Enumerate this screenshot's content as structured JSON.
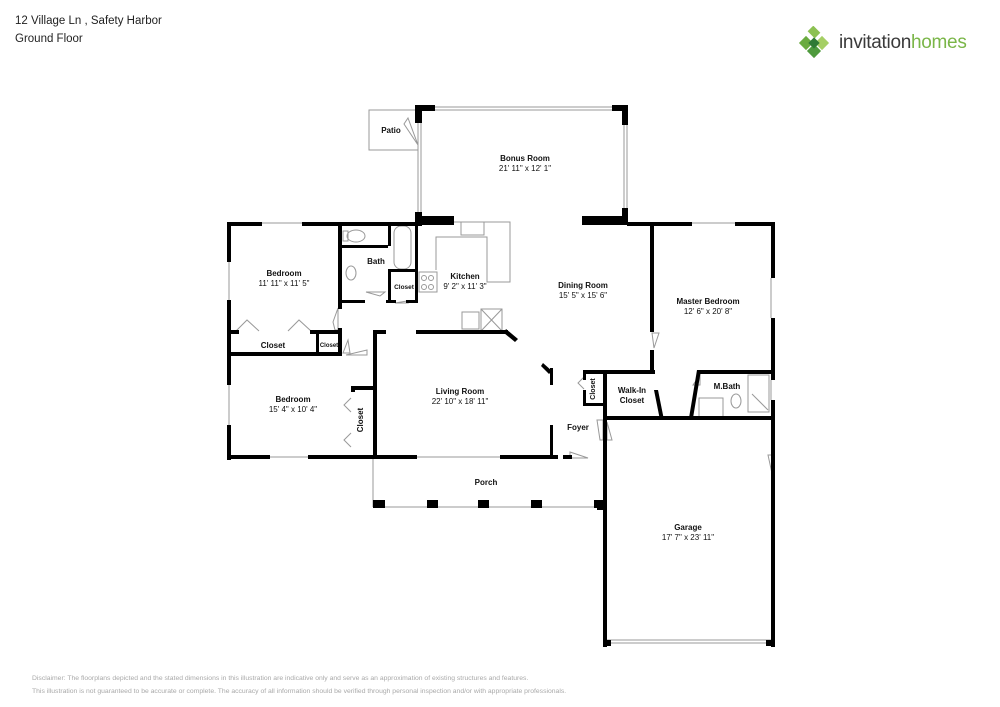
{
  "header": {
    "address": "12 Village Ln , Safety Harbor",
    "floor": "Ground Floor"
  },
  "logo": {
    "icon": "clover-logo-icon",
    "word1": "invitation",
    "word2": "homes",
    "colors": {
      "dark": "#3a3a3a",
      "green": "#7ab648",
      "leaf_light": "#8cc152",
      "leaf_dark": "#3b8a3e"
    }
  },
  "rooms": {
    "patio": {
      "name": "Patio"
    },
    "bonus": {
      "name": "Bonus Room",
      "dims": "21' 11\" x 12' 1\""
    },
    "bedroom1": {
      "name": "Bedroom",
      "dims": "11' 11\" x 11' 5\""
    },
    "bath": {
      "name": "Bath"
    },
    "kitchen": {
      "name": "Kitchen",
      "dims": "9' 2\" x 11' 3\""
    },
    "closet_hall": {
      "name": "Closet"
    },
    "dining": {
      "name": "Dining Room",
      "dims": "15' 5\" x 15' 6\""
    },
    "master": {
      "name": "Master Bedroom",
      "dims": "12' 6\" x 20' 8\""
    },
    "closet_bed1": {
      "name": "Closet"
    },
    "closet_small": {
      "name": "Closet"
    },
    "bedroom2": {
      "name": "Bedroom",
      "dims": "15' 4\" x 10' 4\""
    },
    "closet_bed2": {
      "name": "Closet"
    },
    "living": {
      "name": "Living Room",
      "dims": "22' 10\" x 18' 11\""
    },
    "closet_foyer": {
      "name": "Closet"
    },
    "walkin": {
      "name1": "Walk-In",
      "name2": "Closet"
    },
    "mbath": {
      "name": "M.Bath"
    },
    "foyer": {
      "name": "Foyer"
    },
    "porch": {
      "name": "Porch"
    },
    "garage": {
      "name": "Garage",
      "dims": "17' 7\" x 23' 11\""
    }
  },
  "disclaimer": {
    "line1": "Disclaimer: The floorplans depicted and the stated dimensions in this illustration are indicative only and serve as an approximation of existing structures and features.",
    "line2": "This illustration is not guaranteed to be accurate or complete. The accuracy of all information should be verified through personal inspection and/or with appropriate professionals."
  }
}
